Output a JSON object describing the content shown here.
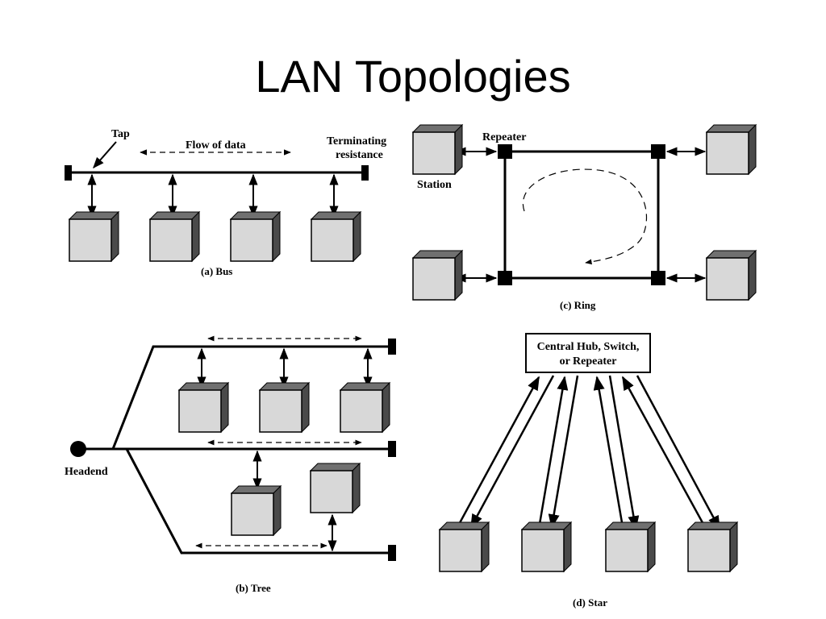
{
  "title": "LAN Topologies",
  "bus": {
    "caption": "(a) Bus",
    "tap_label": "Tap",
    "flow_label": "Flow of data",
    "terminating_label_line1": "Terminating",
    "terminating_label_line2": "resistance"
  },
  "ring": {
    "caption": "(c) Ring",
    "repeater_label": "Repeater",
    "station_label": "Station"
  },
  "tree": {
    "caption": "(b) Tree",
    "headend_label": "Headend"
  },
  "star": {
    "caption": "(d) Star",
    "hub_label_line1": "Central Hub, Switch,",
    "hub_label_line2": "or Repeater"
  },
  "colors": {
    "station_face": "#d8d8d8",
    "station_top": "#707070",
    "station_side": "#4a4a4a",
    "line": "#000000"
  }
}
